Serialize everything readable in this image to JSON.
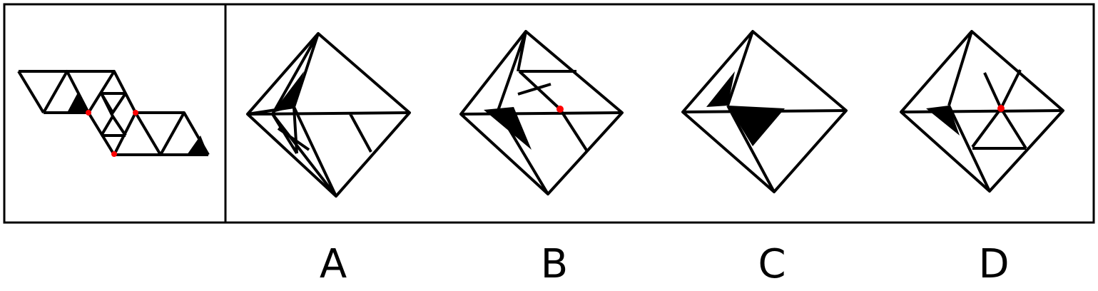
{
  "options": [
    {
      "label": "A"
    },
    {
      "label": "B"
    },
    {
      "label": "C"
    },
    {
      "label": "D"
    }
  ],
  "colors": {
    "stroke": "#000000",
    "fill": "#000000",
    "marker": "#ff0000",
    "background": "#ffffff"
  }
}
